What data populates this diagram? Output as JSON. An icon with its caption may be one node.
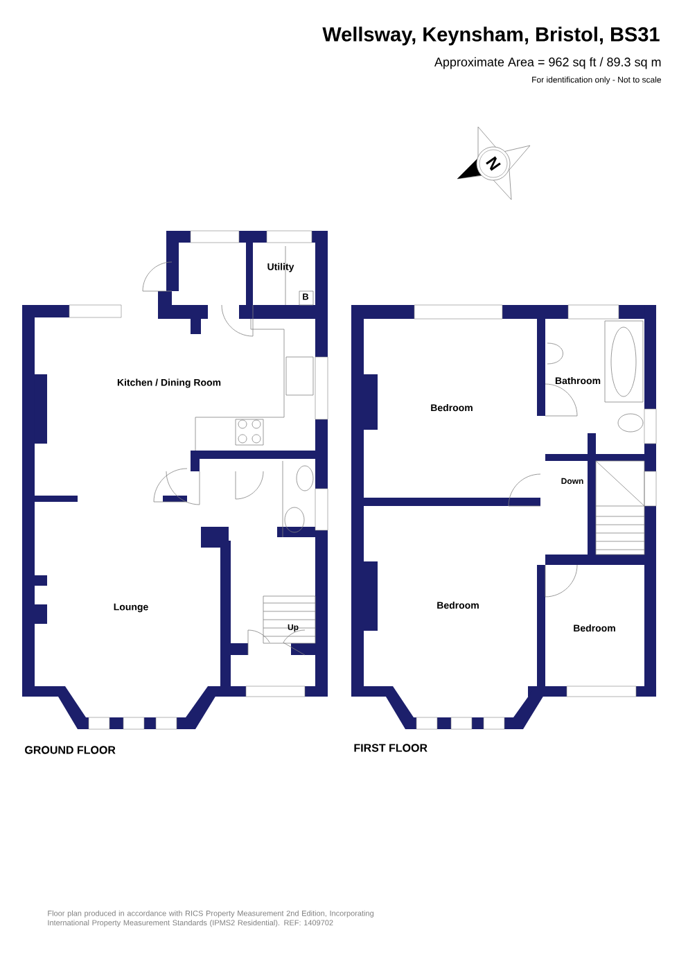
{
  "diagram": {
    "title": "Wellsway, Keynsham, Bristol, BS31",
    "nodes": [
      {
        "text": [
          "Utility"
        ]
      },
      {
        "text": [
          "Kitchen / Dining Room"
        ]
      },
      {
        "text": [
          "Lounge"
        ]
      },
      {
        "text": [
          "Bedroom"
        ]
      },
      {
        "text": [
          "Bathroom"
        ]
      },
      {
        "text": [
          "Bedroom"
        ]
      },
      {
        "text": [
          "Bedroom"
        ]
      }
    ],
    "labels": [
      "Approximate Area = 962 sq ft / 89.3 sq m",
      "For identification only - Not to scale",
      "N",
      "B",
      "Up",
      "Down",
      "GROUND FLOOR",
      "FIRST FLOOR",
      "Floor plan produced in accordance with RICS Property Measurement 2nd Edition, Incorporating International Property Measurement Standards (IPMS2 Residential). REF: 1409702"
    ]
  }
}
